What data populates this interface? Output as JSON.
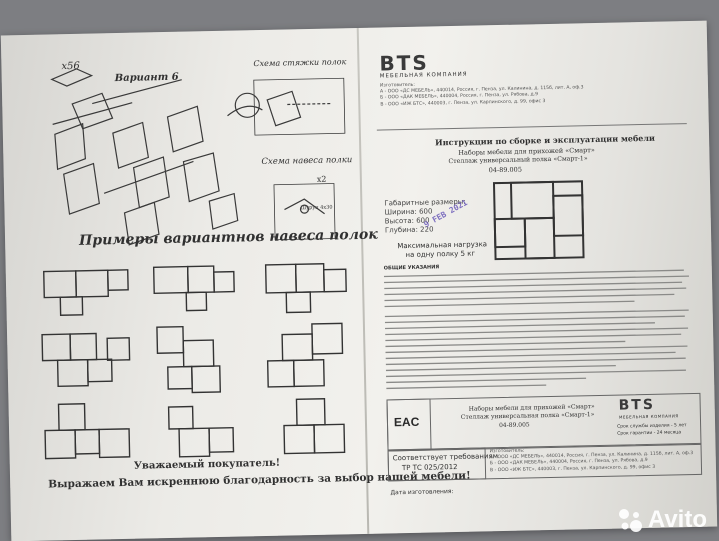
{
  "left": {
    "screw_label": "x56",
    "variant_title": "Вариант 6",
    "tie_scheme": "Схема стяжки полок",
    "hang_scheme": "Схема навеса полки",
    "hang_count": "x2",
    "dowel_label": "Шуруп 4x30",
    "examples_title": "Примеры вариантнов навеса полок",
    "dear_buyer": "Уважаемый покупатель!",
    "gratitude": "Выражаем Вам искреннюю благодарность за выбор нашей мебели!"
  },
  "right": {
    "logo": "BTS",
    "logo_sub": "МЕБЕЛЬНАЯ КОМПАНИЯ",
    "maker_lines": [
      "Изготовитель:",
      "А - ООО «ДС МЕБЕЛЬ», 440014, Россия, г. Пенза, ул. Калинина, д. 115б, лит. А, оф.3",
      "Б - ООО «ДАК МЕБЕЛЬ», 440004, Россия, г. Пенза, ул. Рябова, д.9",
      "В - ООО «ИЖ БТС», 440003, г. Пенза, ул. Карпинского, д. 99, офис 3"
    ],
    "doc_title": "Инструкции по сборке и эксплуатации мебели",
    "set_name": "Наборы мебели для прихожей «Смарт»",
    "item_name": "Стеллаж универсальный полка «Смарт-1»",
    "code": "04-89.005",
    "dims_title": "Габаритные размеры:",
    "width": "Ширина: 600",
    "height": "Высота: 600",
    "depth": "Глубина: 220",
    "load": "Максимальная нагрузка",
    "load2": "на одну полку 5 кг",
    "stamp": "9 FEB 2021",
    "general_title": "ОБЩИЕ УКАЗАНИЯ",
    "footer_set": "Наборы мебели для прихожей «Смарт»",
    "footer_item": "Стеллаж универсальная полка «Смарт-1»",
    "footer_code": "04-89.005",
    "service_life": "Срок службы изделия - 5 лет",
    "warranty": "Срок гарантии - 24 месяца",
    "conformity": "Соответствует требованиям",
    "tr": "ТР ТС 025/2012",
    "made_date": "Дата изготовления:"
  },
  "watermark": "Avito"
}
